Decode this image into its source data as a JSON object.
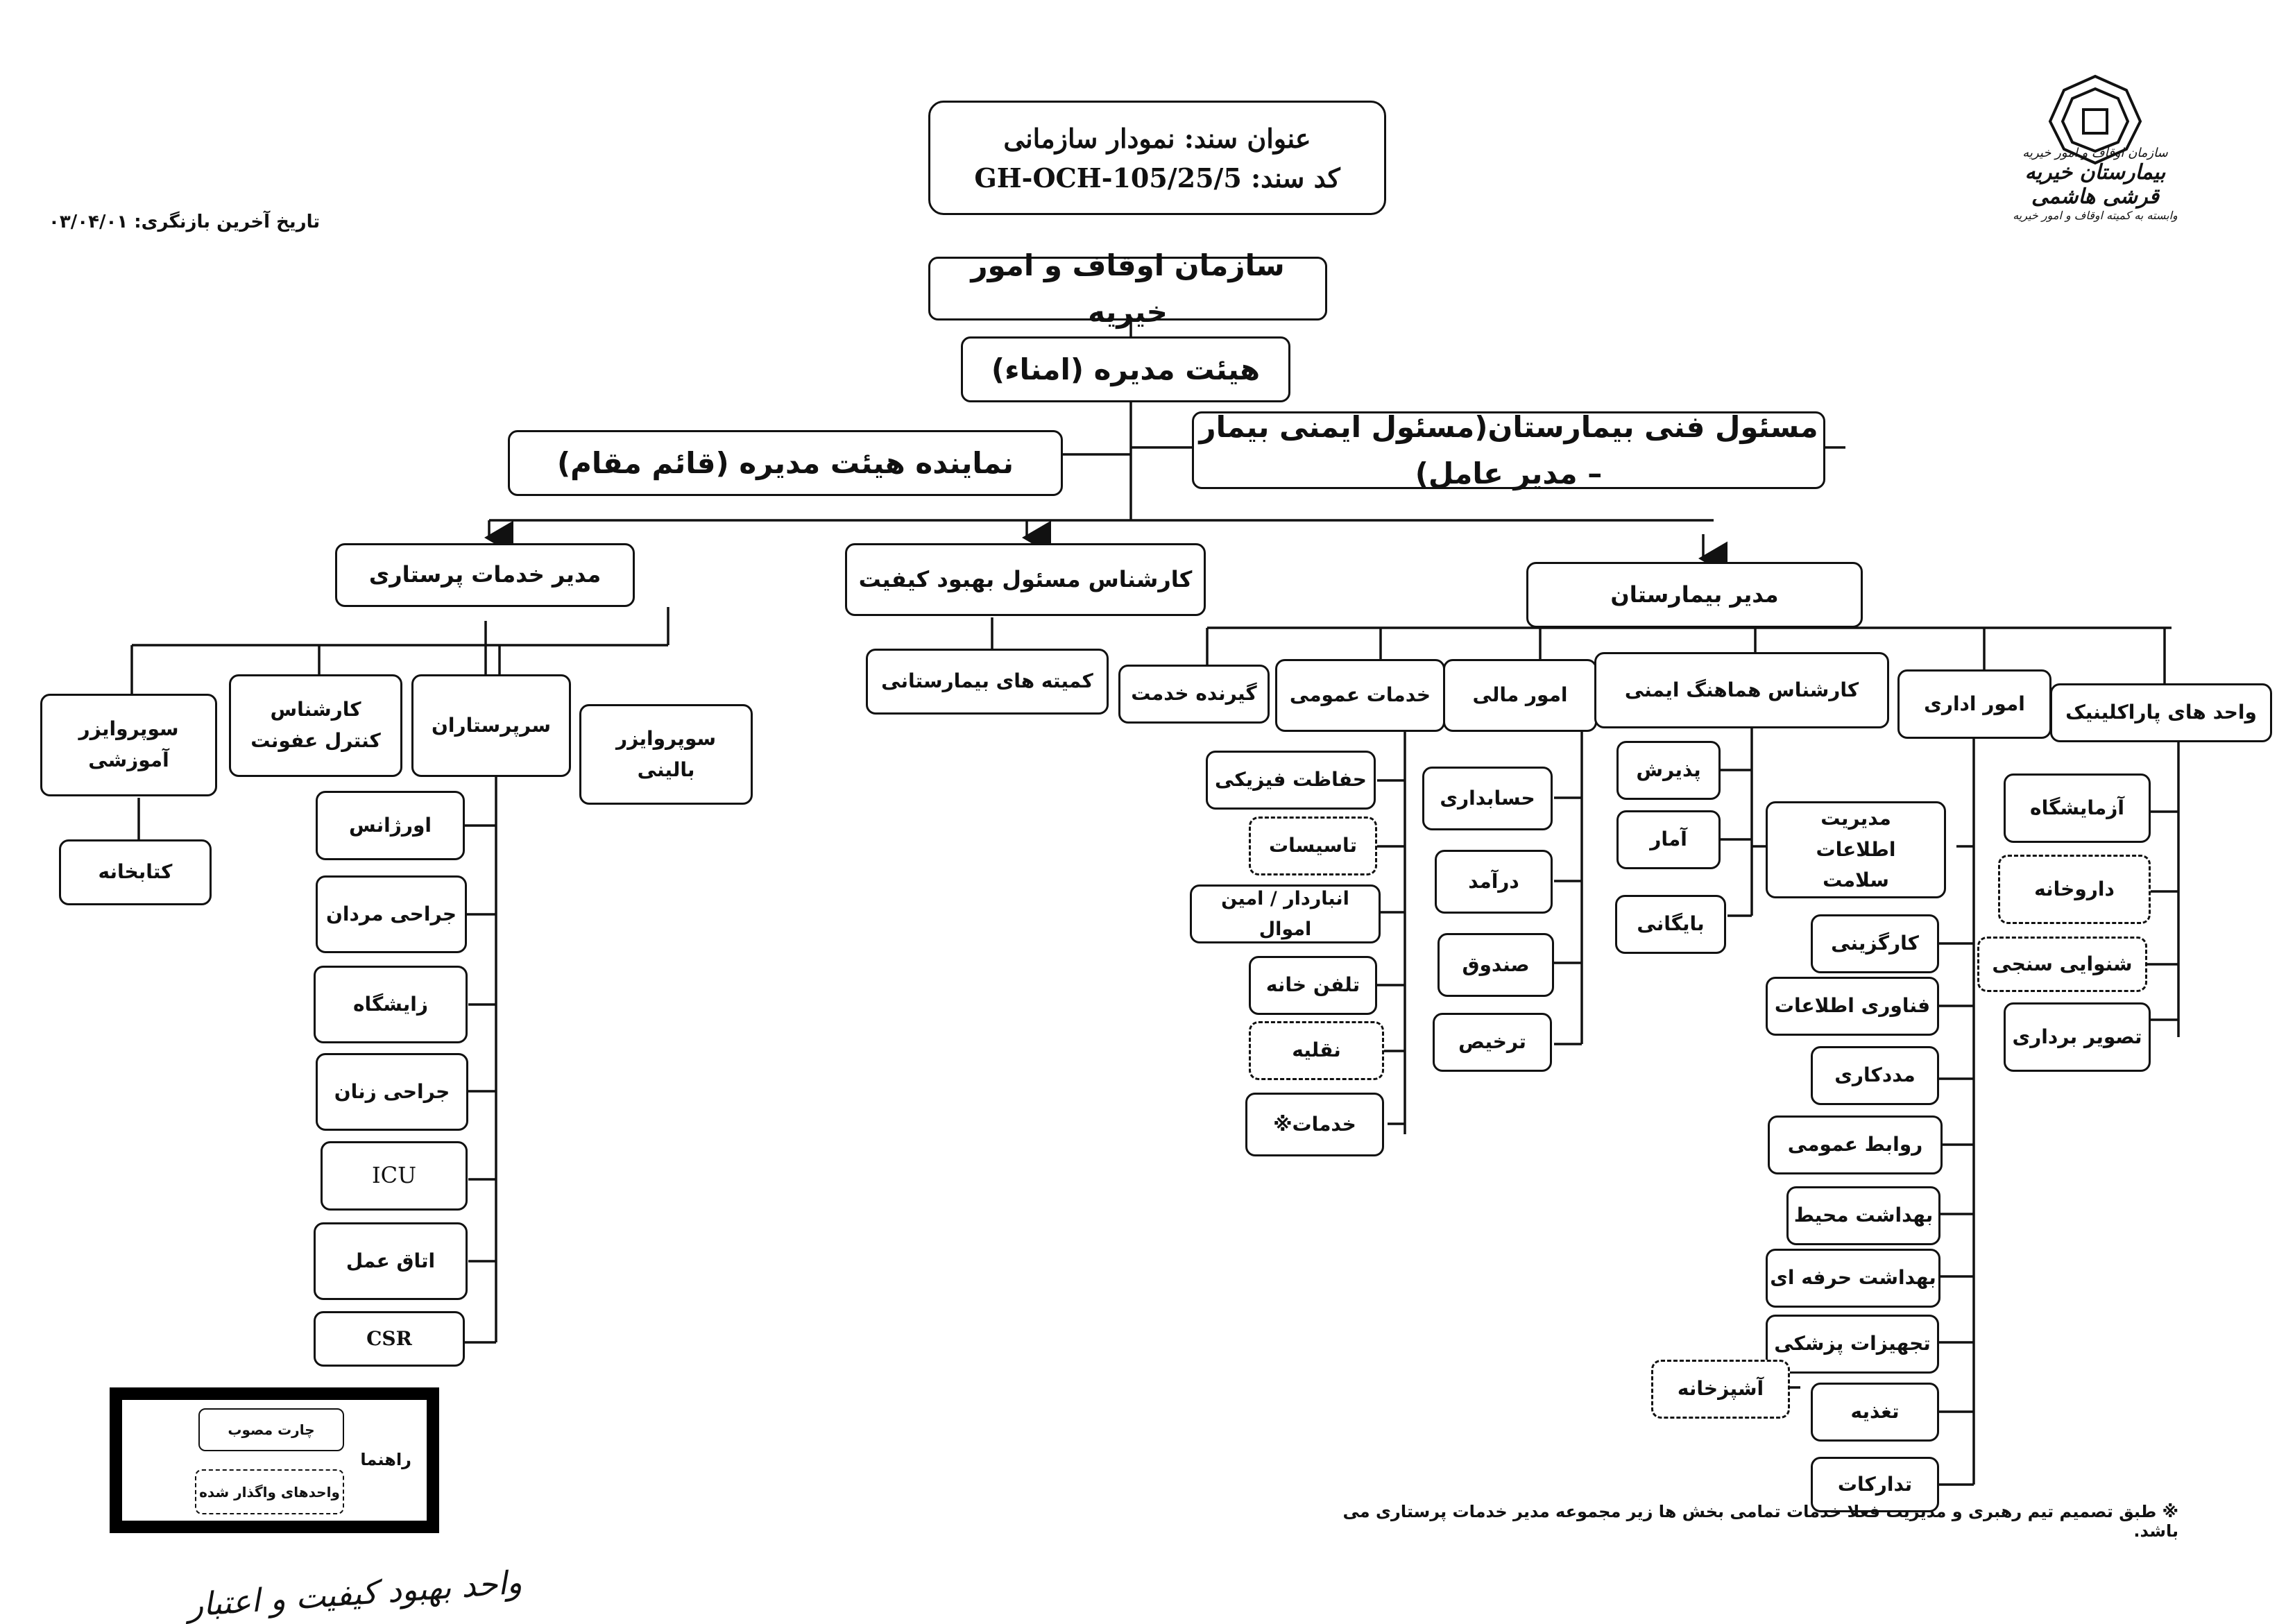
{
  "header": {
    "doc_title": "عنوان سند: نمودار سازمانی",
    "doc_code": "کد سند: GH-OCH-105/25/5",
    "revision_date": "تاریخ آخرین بازنگری: ۰۳/۰۴/۰۱",
    "logo_line1": "سازمان اوقاف و امور خیریه",
    "logo_line2": "بیمارستان خیریه قرشی هاشمی",
    "logo_line3": "وابسته به کمیته اوقاف و امور خیریه"
  },
  "top": {
    "awqaf": "سازمان اوقاف و امور خیریه",
    "board": "هیئت مدیره (امناء)",
    "technical": "مسئول فنی بیمارستان(مسئول ایمنی بیمار – مدیر عامل)",
    "representative": "نماینده هیئت مدیره (قائم مقام)"
  },
  "level2": {
    "nursing_manager": "مدیر خدمات پرستاری",
    "quality_expert": "کارشناس مسئول بهبود کیفیت",
    "hospital_manager": "مدیر بیمارستان"
  },
  "quality": {
    "committees": "کمیته های بیمارستانی"
  },
  "nursing": {
    "edu_supervisor": "سوپروایزر آموزشی",
    "library": "کتابخانه",
    "infection_control": "کارشناس کنترل عفونت",
    "head_nurses": "سرپرستاران",
    "clinical_supervisor": "سوپروایزر بالینی",
    "wards": [
      "اورژانس",
      "جراحی مردان",
      "زایشگاه",
      "جراحی زنان",
      "ICU",
      "اتاق عمل",
      "CSR"
    ]
  },
  "hospital": {
    "service_recipient": "گیرنده خدمت",
    "general_services": "خدمات عمومی",
    "general_items": [
      "حفاظت فیزیکی",
      "تاسیسات",
      "انباردار / امین اموال",
      "تلفن خانه",
      "نقلیه",
      "خدمات※"
    ],
    "finance": "امور مالی",
    "finance_items": [
      "حسابداری",
      "درآمد",
      "صندوق",
      "ترخیص"
    ],
    "safety_coordinator": "کارشناس هماهنگ ایمنی",
    "him": "مدیریت اطلاعات سلامت",
    "him_items": [
      "پذیرش",
      "آمار",
      "بایگانی"
    ],
    "admin": "امور اداری",
    "admin_items": [
      "کارگزینی",
      "فناوری اطلاعات",
      "مددکاری",
      "روابط عمومی",
      "بهداشت محیط",
      "بهداشت حرفه ای",
      "تجهیزات پزشکی",
      "تغذیه",
      "تدارکات"
    ],
    "kitchen": "آشپزخانه",
    "paraclinic": "واحد های پاراکلینیک",
    "paraclinic_items": [
      "آزمایشگاه",
      "داروخانه",
      "شنوایی سنجی",
      "تصویر برداری"
    ]
  },
  "legend": {
    "title": "راهنما",
    "approved": "چارت مصوب",
    "outsourced": "واحدهای واگذار شده"
  },
  "footnote": "※ طبق تصمیم تیم رهبری و مدیریت فعلا خدمات تمامی بخش ها زیر مجموعه مدیر خدمات پرستاری می باشد.",
  "signature": "واحد بهبود کیفیت و اعتبار"
}
